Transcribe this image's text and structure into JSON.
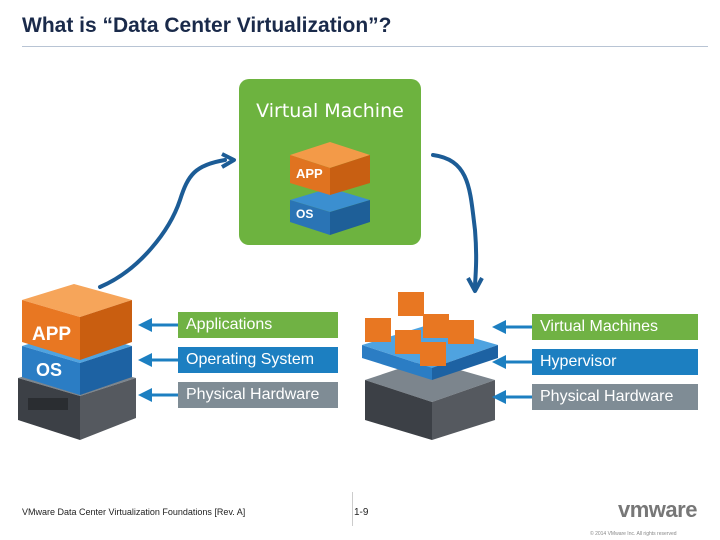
{
  "title": "What is “Data Center Virtualization”?",
  "vm_label": "Virtual Machine",
  "left_layers": [
    "Applications",
    "Operating System",
    "Physical Hardware"
  ],
  "right_layers": [
    "Virtual Machines",
    "Hypervisor",
    "Physical Hardware"
  ],
  "cube_labels": {
    "app": "APP",
    "os": "OS"
  },
  "footer": {
    "course": "VMware Data Center Virtualization Foundations [Rev. A]",
    "page": "1-9",
    "logo": "vmware",
    "copyright": "© 2014 VMware Inc. All rights reserved"
  },
  "colors": {
    "green": "#70b244",
    "blue": "#1c7fc1",
    "gray": "#7f8c95",
    "orange": "#e87722",
    "title": "#1a2a4a"
  }
}
